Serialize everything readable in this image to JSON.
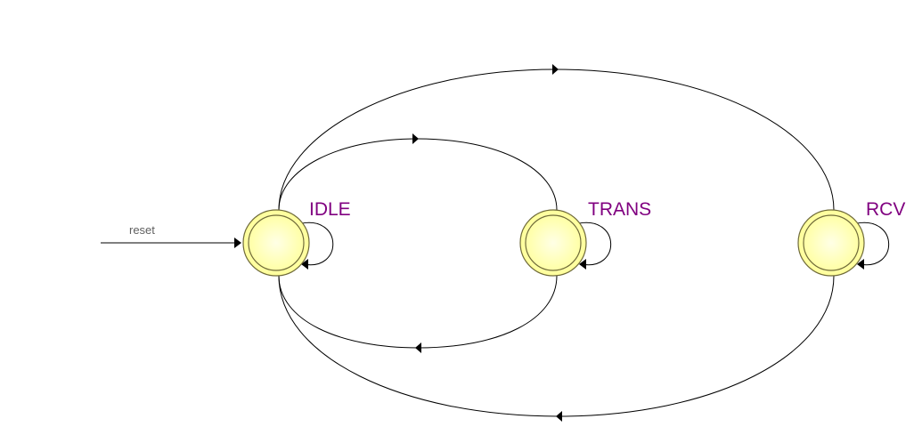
{
  "diagram": {
    "states": [
      {
        "id": "idle",
        "label": "IDLE"
      },
      {
        "id": "trans",
        "label": "TRANS"
      },
      {
        "id": "rcv",
        "label": "RCV"
      }
    ],
    "reset": {
      "label": "reset"
    },
    "colors": {
      "state_label": "#800080",
      "state_fill": "#ffffa0",
      "state_fill_center": "#ffffe0",
      "reset_label": "#606060"
    }
  }
}
